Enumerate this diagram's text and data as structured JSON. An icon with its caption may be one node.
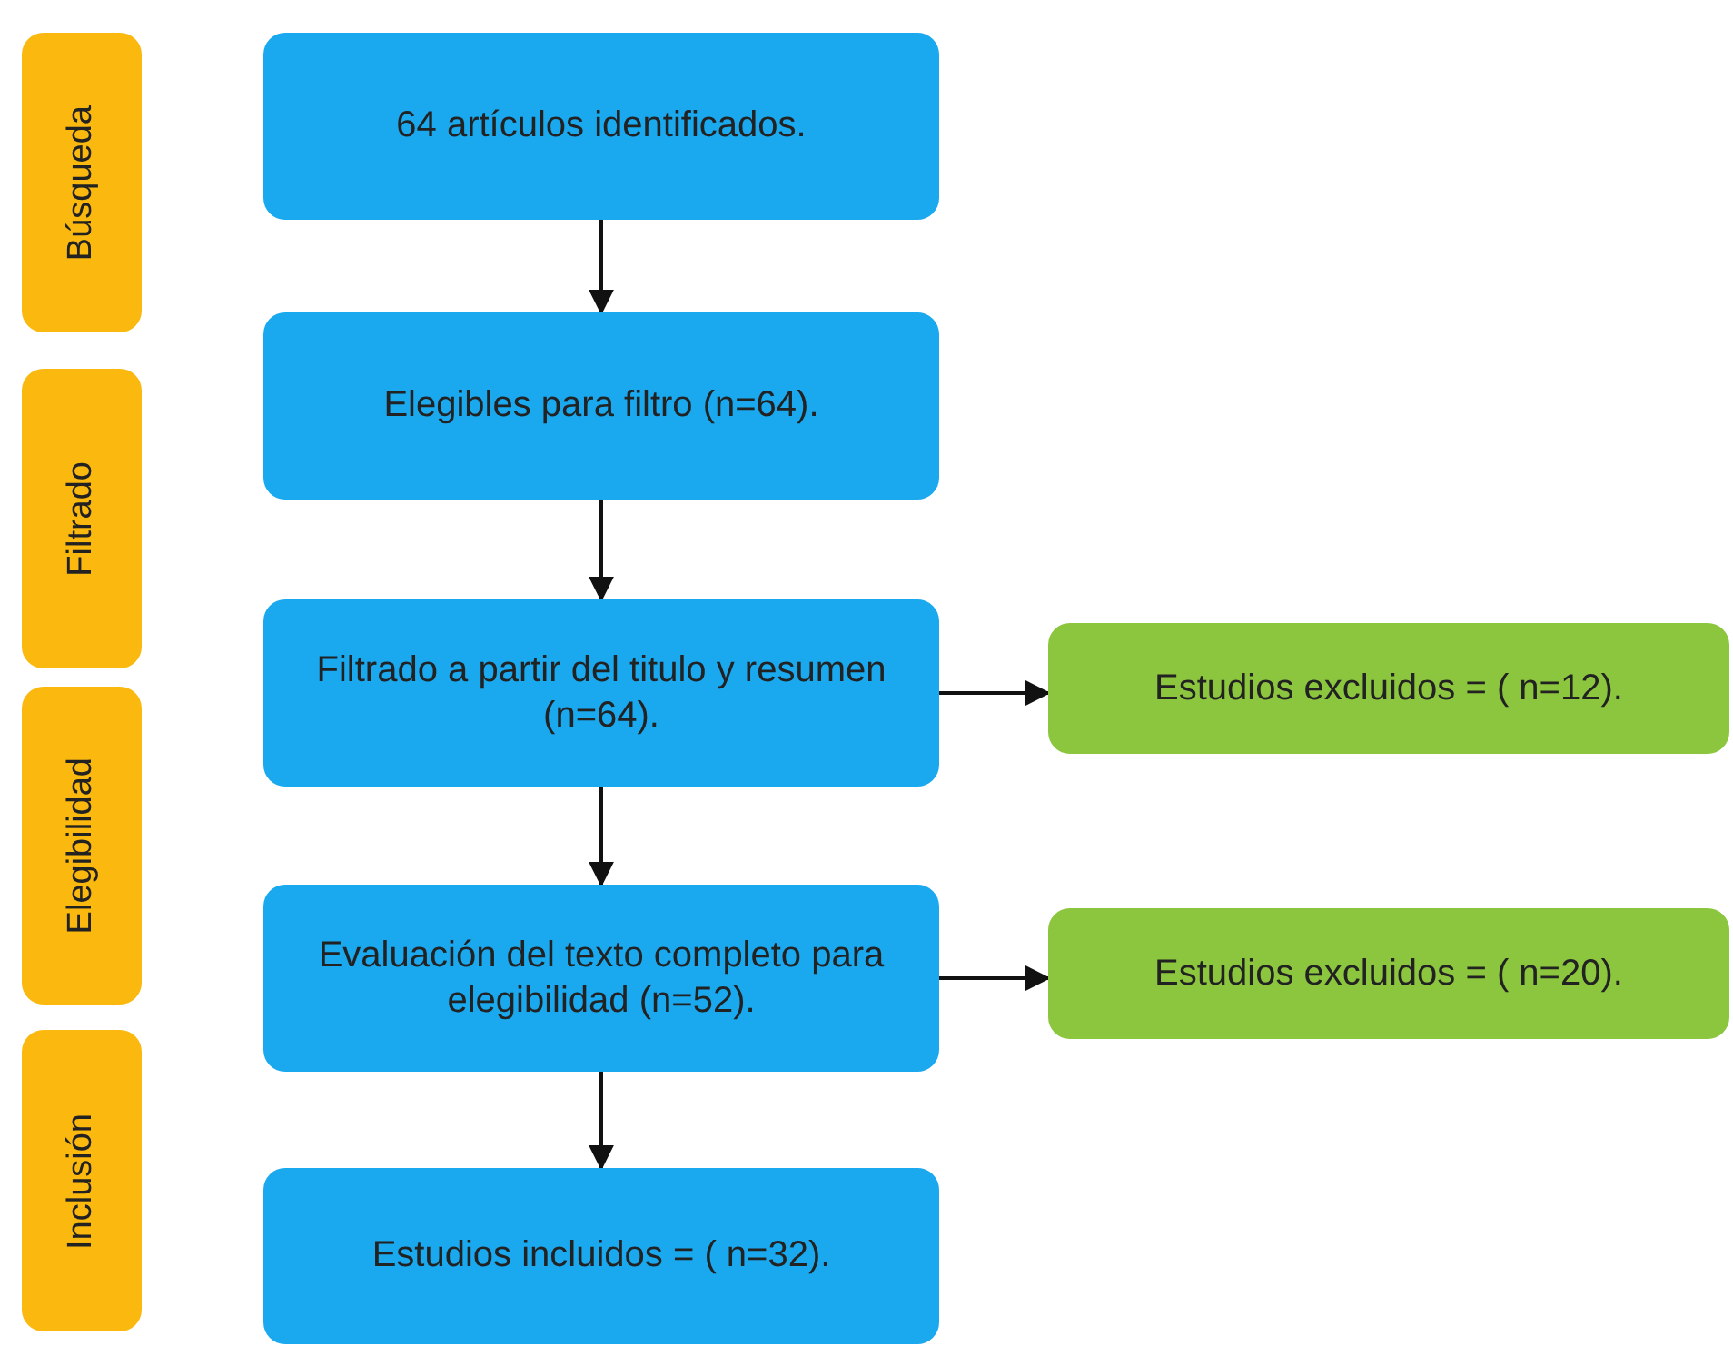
{
  "diagram": {
    "nodes": [
      {
        "text": [
          "Búsqueda"
        ]
      },
      {
        "text": [
          "Filtrado"
        ]
      },
      {
        "text": [
          "Elegibilidad"
        ]
      },
      {
        "text": [
          "Inclusión"
        ]
      },
      {
        "text": [
          "64 artículos identificados."
        ]
      },
      {
        "text": [
          "Elegibles para filtro (n=64)."
        ]
      },
      {
        "text": [
          "Filtrado a partir del titulo y resumen (n=64)."
        ]
      },
      {
        "text": [
          "Evaluación del texto completo para elegibilidad (n=52)."
        ]
      },
      {
        "text": [
          "Estudios incluidos = ( n=32)."
        ]
      },
      {
        "text": [
          "Estudios excluidos = ( n=12)."
        ]
      },
      {
        "text": [
          "Estudios excluidos = ( n=20)."
        ]
      }
    ],
    "edges": [
      {
        "from": 4,
        "to": 5,
        "arrow": "to"
      },
      {
        "from": 5,
        "to": 6,
        "arrow": "to"
      },
      {
        "from": 6,
        "to": 7,
        "arrow": "to"
      },
      {
        "from": 7,
        "to": 8,
        "arrow": "to"
      },
      {
        "from": 6,
        "to": 9,
        "arrow": "to"
      },
      {
        "from": 7,
        "to": 10,
        "arrow": "to"
      }
    ]
  }
}
